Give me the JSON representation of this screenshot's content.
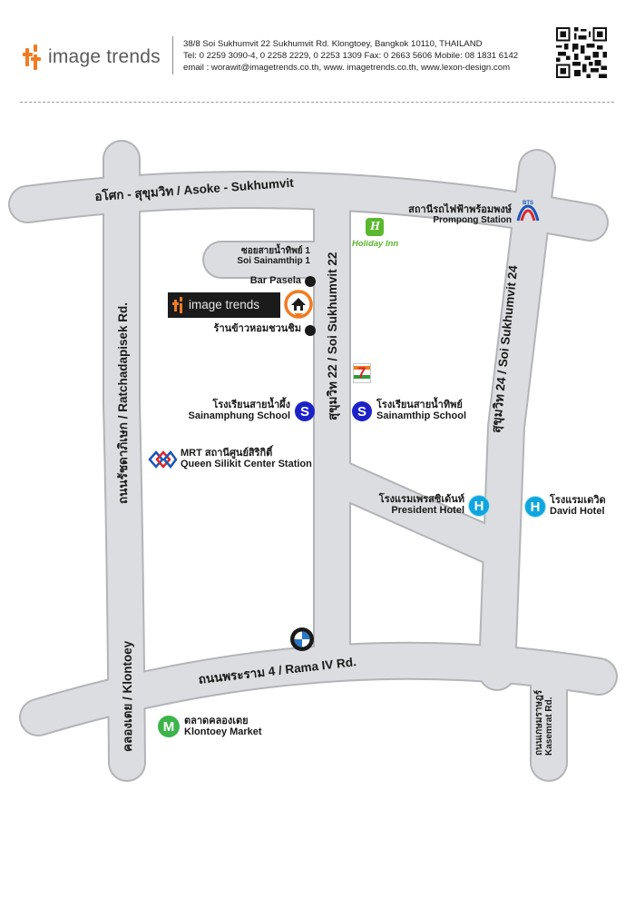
{
  "header": {
    "logo_text": "image trends",
    "address": "38/8 Soi Sukhumvit 22  Sukhumvit Rd. Klongtoey, Bangkok 10110, THAILAND",
    "phones": "Tel: 0 2259 3090-4, 0 2258 2229,   0 2253 1309 Fax: 0 2663 5606  Mobile: 08 1831  6142",
    "email": "email : worawit@imagetrends.co.th,  www. imagetrends.co.th,  www.lexon-design.com"
  },
  "roads": {
    "asoke_sukhumvit": "อโศก - สุขุมวิท  /  Asoke - Sukhumvit",
    "soi_sainamthip_1_th": "ซอยสายน้ำทิพย์ 1",
    "soi_sainamthip_1_en": "Soi Sainamthip 1",
    "sukhumvit_22": "สุขุมวิท 22  /  Soi Sukhumvit 22",
    "sukhumvit_24": "สุขุมวิท 24  /  Soi Sukhumvit 24",
    "ratchadapisek": "ถนนรัชดาภิเษก  /  Ratchadapisek Rd.",
    "klontoey": "คลองเตย  /  Klontoey",
    "rama_iv": "ถนนพระราม 4 / Rama IV Rd.",
    "kasemrat_th": "ถนนเกษมราษฎร์",
    "kasemrat_en": "Kasemrat Rd."
  },
  "places": {
    "prompong_th": "สถานีรถไฟฟ้าพร้อมพงษ์",
    "prompong_en": "Prompong Station",
    "bts_label": "BTS",
    "holiday_inn": "Holiday Inn",
    "bar_pasela": "Bar Pasela",
    "image_trends_tag": "image trends",
    "restaurant_th": "ร้านข้าวหอมชวนชิม",
    "seven_eleven": "7",
    "sainamphung_th": "โรงเรียนสายน้ำผึ้ง",
    "sainamphung_en": "Sainamphung School",
    "sainamthip_th": "โรงเรียนสายน้ำทิพย์",
    "sainamthip_en": "Sainamthip School",
    "school_symbol": "S",
    "mrt_th": "MRT สถานีศูนย์สิริกิติ์",
    "mrt_en": "Queen Silikit Center Station",
    "president_th": "โรงแรมเพรสซิเด้นท์",
    "president_en": "President Hotel",
    "david_th": "โรงแรมเดวิด",
    "david_en": "David Hotel",
    "hotel_symbol": "H",
    "market_th": "ตลาดคลองเตย",
    "market_en": "Klontoey Market",
    "market_symbol": "M"
  },
  "colors": {
    "road_fill": "#dcdde0",
    "road_edge": "#b3b4b8",
    "school": "#1c22c8",
    "hotel": "#0fa6de",
    "market": "#3cb44a",
    "brand_orange": "#f07b22",
    "holiday_inn_green": "#5bb82e"
  }
}
